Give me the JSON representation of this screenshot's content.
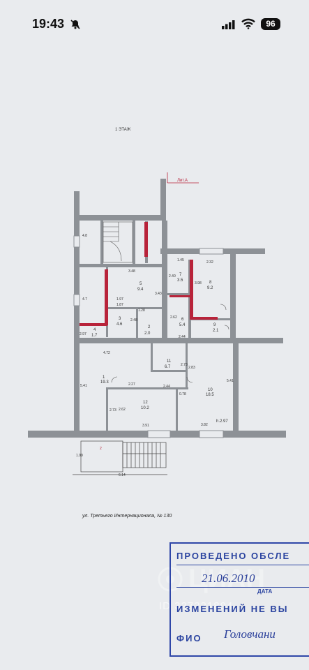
{
  "status_bar": {
    "time": "19:43",
    "battery": "96",
    "icons": [
      "bell-slash-icon",
      "cellular-signal-icon",
      "wifi-icon",
      "battery-icon"
    ]
  },
  "plan": {
    "floor_title": "1 ЭТАЖ",
    "lit_label": "Лит.А",
    "height_note": "h.2.97",
    "rooms": [
      {
        "num": "1",
        "area": "19.3"
      },
      {
        "num": "2",
        "area": "2.0"
      },
      {
        "num": "3",
        "area": "4.6"
      },
      {
        "num": "4",
        "area": "1.7"
      },
      {
        "num": "5",
        "area": "9.4"
      },
      {
        "num": "6",
        "area": "5.4"
      },
      {
        "num": "7",
        "area": "3.5"
      },
      {
        "num": "8",
        "area": "9.2"
      },
      {
        "num": "9",
        "area": "2.1"
      },
      {
        "num": "10",
        "area": "18.5"
      },
      {
        "num": "11",
        "area": "6.7"
      },
      {
        "num": "12",
        "area": "10.2"
      }
    ],
    "dims": [
      "4.8",
      "4.7",
      "2.97",
      "1.45",
      "2.32",
      "3.48",
      "2.40",
      "3.43",
      "3.98",
      "1.97",
      "1.87",
      "2.62",
      "2.48",
      "1.28",
      "2.44",
      "4.72",
      "2.27",
      "2.73",
      "2.83",
      "2.44",
      "0.78",
      "5.41",
      "5.41",
      "2.73",
      "2.62",
      "3.91",
      "3.82",
      "1.99",
      "6.14",
      "2"
    ],
    "street": "ул. Третьего Интернационала, № 130"
  },
  "stamp": {
    "line1": "ПРОВЕДЕНО ОБСЛЕ",
    "date": "21.06.2010",
    "date_label": "ДАТА",
    "line3": "ИЗМЕНЕНИЙ НЕ ВЫ",
    "fio_label": "ФИО",
    "fio_value": "Головчани"
  },
  "watermark": {
    "brand": "ЦИАН",
    "id": "ID 327321894"
  },
  "colors": {
    "background": "#e9ebee",
    "wall": "#8d9196",
    "highlight": "#b8233a",
    "stamp": "#2b44a0"
  }
}
